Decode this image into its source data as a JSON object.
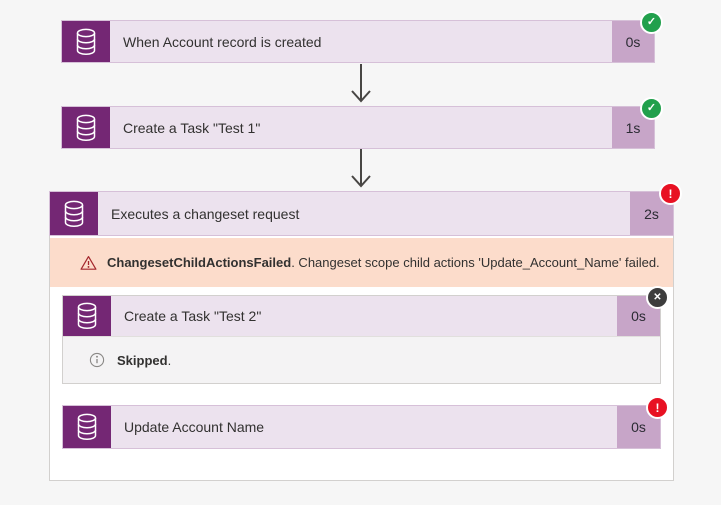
{
  "colors": {
    "page_bg": "#f6f6f6",
    "dataverse_purple": "#742774",
    "card_bg": "#ece2ee",
    "duration_bg": "#c7a5c8",
    "success_green": "#21a04c",
    "error_red": "#e81123",
    "cancelled_gray": "#3d3d3d",
    "error_banner_bg": "#fcdccb",
    "warning_icon_red": "#a4262c",
    "text": "#323130"
  },
  "badges": {
    "check_glyph": "✓",
    "error_glyph": "!",
    "cancel_glyph": "✕"
  },
  "trigger": {
    "icon": "dataverse-database-icon",
    "title": "When Account record is created",
    "duration": "0s",
    "status": "succeeded"
  },
  "action_create_task_1": {
    "icon": "dataverse-database-icon",
    "title": "Create a Task \"Test 1\"",
    "duration": "1s",
    "status": "succeeded"
  },
  "changeset_scope": {
    "icon": "dataverse-database-icon",
    "title": "Executes a changeset request",
    "duration": "2s",
    "status": "failed",
    "error": {
      "code": "ChangesetChildActionsFailed",
      "message": ". Changeset scope child actions 'Update_Account_Name' failed."
    }
  },
  "action_create_task_2": {
    "icon": "dataverse-database-icon",
    "title": "Create a Task \"Test 2\"",
    "duration": "0s",
    "status": "cancelled",
    "note": "Skipped",
    "note_suffix": "."
  },
  "action_update_account_name": {
    "icon": "dataverse-database-icon",
    "title": "Update Account Name",
    "duration": "0s",
    "status": "failed"
  }
}
